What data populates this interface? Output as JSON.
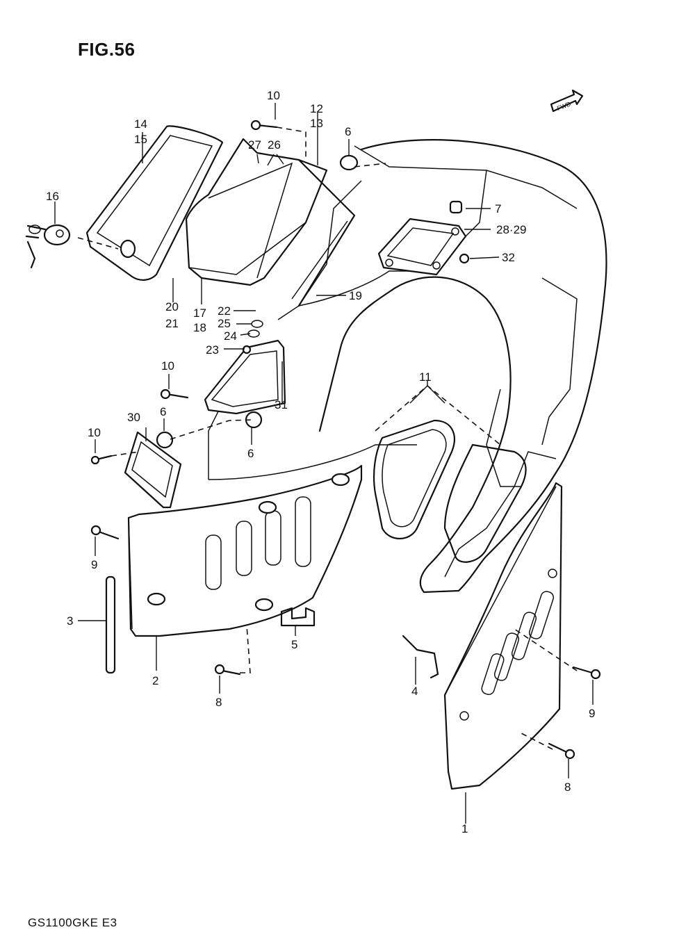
{
  "figure": {
    "title": "FIG.56",
    "model_code": "GS1100GKE E3"
  },
  "fwd_label": "FWD",
  "callouts": [
    {
      "id": "c1",
      "text": "1"
    },
    {
      "id": "c2",
      "text": "2"
    },
    {
      "id": "c3",
      "text": "3"
    },
    {
      "id": "c4",
      "text": "4"
    },
    {
      "id": "c5",
      "text": "5"
    },
    {
      "id": "c6a",
      "text": "6"
    },
    {
      "id": "c6b",
      "text": "6"
    },
    {
      "id": "c6c",
      "text": "6"
    },
    {
      "id": "c7",
      "text": "7"
    },
    {
      "id": "c8a",
      "text": "8"
    },
    {
      "id": "c8b",
      "text": "8"
    },
    {
      "id": "c9a",
      "text": "9"
    },
    {
      "id": "c9b",
      "text": "9"
    },
    {
      "id": "c10a",
      "text": "10"
    },
    {
      "id": "c10b",
      "text": "10"
    },
    {
      "id": "c10c",
      "text": "10"
    },
    {
      "id": "c11",
      "text": "11"
    },
    {
      "id": "c12",
      "text": "12"
    },
    {
      "id": "c13",
      "text": "13"
    },
    {
      "id": "c14",
      "text": "14"
    },
    {
      "id": "c15",
      "text": "15"
    },
    {
      "id": "c16",
      "text": "16"
    },
    {
      "id": "c17",
      "text": "17"
    },
    {
      "id": "c18",
      "text": "18"
    },
    {
      "id": "c19",
      "text": "19"
    },
    {
      "id": "c20",
      "text": "20"
    },
    {
      "id": "c21",
      "text": "21"
    },
    {
      "id": "c22",
      "text": "22"
    },
    {
      "id": "c23",
      "text": "23"
    },
    {
      "id": "c24",
      "text": "24"
    },
    {
      "id": "c25",
      "text": "25"
    },
    {
      "id": "c26",
      "text": "26"
    },
    {
      "id": "c27",
      "text": "27"
    },
    {
      "id": "c2829",
      "text": "28·29"
    },
    {
      "id": "c30",
      "text": "30"
    },
    {
      "id": "c31",
      "text": "31"
    },
    {
      "id": "c32",
      "text": "32"
    }
  ]
}
